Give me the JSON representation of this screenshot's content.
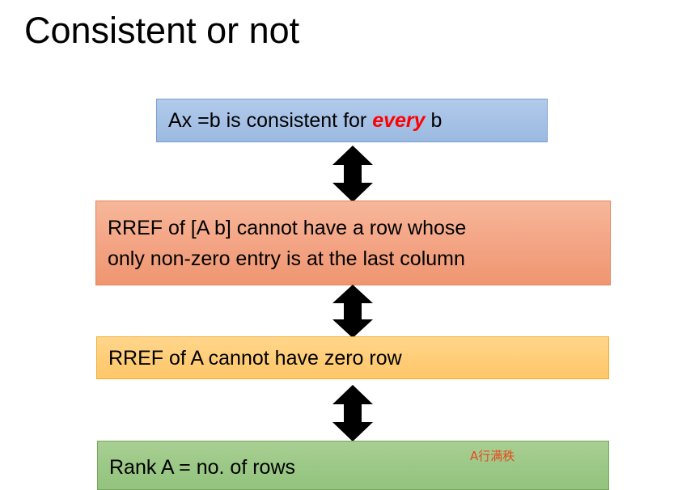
{
  "slide": {
    "title": "Consistent or not",
    "background_color": "#ffffff"
  },
  "flow": {
    "boxes": [
      {
        "id": "premise",
        "text_before": "Ax =b is consistent for ",
        "emphasis": "every",
        "text_after": " b",
        "fill_color": "#a6c2e6",
        "border_color": "#7a9dd0",
        "emphasis_color": "#ff0000"
      },
      {
        "id": "rref-ab",
        "line1": "RREF of [A b] cannot have a row whose",
        "line2": "only non-zero entry is at the last column",
        "fill_color": "#f3a383",
        "border_color": "#e2845f"
      },
      {
        "id": "rref-a",
        "text": "RREF of A cannot have zero row",
        "fill_color": "#ffcd77",
        "border_color": "#f0ad31"
      },
      {
        "id": "rank",
        "text": "Rank A = no. of rows",
        "annotation": "A行满秩",
        "annotation_color": "#e8481c",
        "fill_color": "#9bc886",
        "border_color": "#74a85c"
      }
    ],
    "connectors": [
      {
        "id": "connector-1",
        "icon": "double-headed-vertical-arrow-icon",
        "color": "#000000"
      },
      {
        "id": "connector-2",
        "icon": "double-headed-vertical-arrow-icon",
        "color": "#000000"
      },
      {
        "id": "connector-3",
        "icon": "double-headed-vertical-arrow-icon",
        "color": "#000000"
      }
    ]
  }
}
